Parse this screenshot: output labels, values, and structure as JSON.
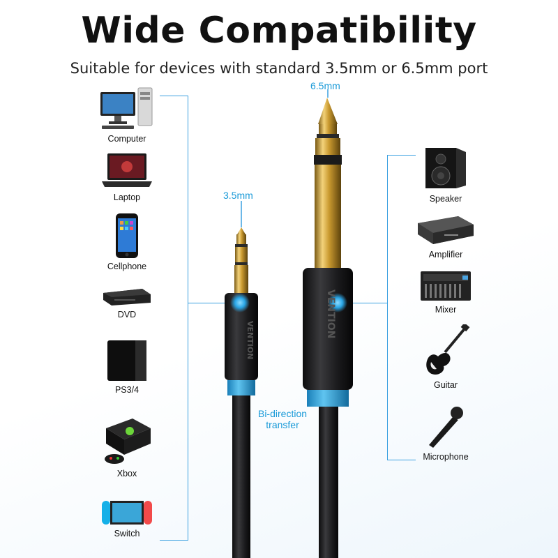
{
  "header": {
    "title": "Wide Compatibility",
    "subtitle": "Suitable for devices with standard  3.5mm or 6.5mm port"
  },
  "plugs": {
    "small_label": "3.5mm",
    "large_label": "6.5mm",
    "direction_line1": "Bi-direction",
    "direction_line2": "transfer"
  },
  "left_devices": [
    {
      "label": "Computer",
      "icon": "computer-icon"
    },
    {
      "label": "Laptop",
      "icon": "laptop-icon"
    },
    {
      "label": "Cellphone",
      "icon": "cellphone-icon"
    },
    {
      "label": "DVD",
      "icon": "dvd-player-icon"
    },
    {
      "label": "PS3/4",
      "icon": "game-console-icon"
    },
    {
      "label": "Xbox",
      "icon": "xbox-icon"
    },
    {
      "label": "Switch",
      "icon": "switch-console-icon"
    }
  ],
  "right_devices": [
    {
      "label": "Speaker",
      "icon": "speaker-icon"
    },
    {
      "label": "Amplifier",
      "icon": "amplifier-icon"
    },
    {
      "label": "Mixer",
      "icon": "mixer-icon"
    },
    {
      "label": "Guitar",
      "icon": "guitar-icon"
    },
    {
      "label": "Microphone",
      "icon": "microphone-icon"
    }
  ],
  "colors": {
    "accent": "#3aa0e0",
    "gold": "#c89a2e",
    "plug_body": "#1e1e20"
  }
}
